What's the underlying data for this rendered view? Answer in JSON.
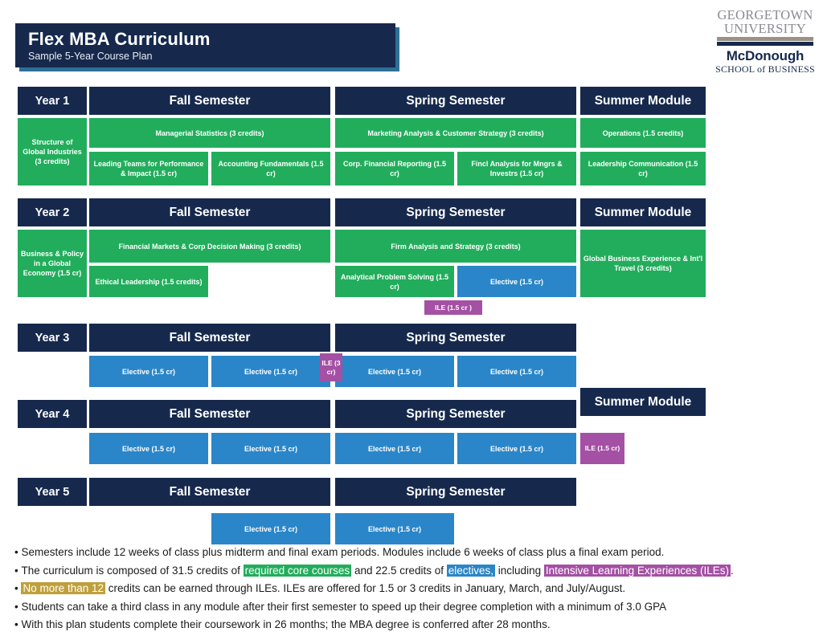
{
  "title": {
    "heading": "Flex MBA Curriculum",
    "subheading": "Sample 5-Year Course Plan"
  },
  "logo": {
    "line1": "GEORGETOWN",
    "line2": "UNIVERSITY",
    "line3": "McDonough",
    "line4": "SCHOOL of BUSINESS"
  },
  "colors": {
    "navy": "#16294d",
    "core_green": "#22ad5c",
    "elective_blue": "#2a86c8",
    "ile_purple": "#a450a4",
    "gold": "#bfa03a",
    "banner_shadow": "#2f6f96"
  },
  "headers": {
    "fall": "Fall Semester",
    "spring": "Spring Semester",
    "summer": "Summer  Module"
  },
  "years": {
    "y1": "Year 1",
    "y2": "Year 2",
    "y3": "Year 3",
    "y4": "Year 4",
    "y5": "Year 5"
  },
  "year1": {
    "left_block": "Structure of Global Industries (3 credits)",
    "fall_top": "Managerial Statistics (3 credits)",
    "fall_b1": "Leading Teams for Performance & Impact (1.5 cr)",
    "fall_b2": "Accounting Fundamentals (1.5 cr)",
    "spring_top": "Marketing Analysis & Customer Strategy (3 credits)",
    "spring_b1": "Corp. Financial Reporting (1.5 cr)",
    "spring_b2": "Fincl Analysis for Mngrs & Investrs (1.5 cr)",
    "summer_top": "Operations (1.5 credits)",
    "summer_bottom": "Leadership Communication (1.5 cr)"
  },
  "year2": {
    "left_block": "Business & Policy in a Global Economy (1.5 cr)",
    "fall_top": "Financial Markets & Corp Decision Making (3 credits)",
    "fall_b1": "Ethical Leadership (1.5 credits)",
    "spring_top": "Firm Analysis and Strategy (3 credits)",
    "spring_b1": "Analytical Problem Solving (1.5 cr)",
    "spring_b2": "Elective (1.5 cr)",
    "summer": "Global Business Experience & Int'l Travel (3 credits)",
    "ile_badge": "ILE (1.5 cr )"
  },
  "year3": {
    "fall_e1": "Elective (1.5 cr)",
    "fall_e2": "Elective (1.5 cr)",
    "spring_e1": "Elective (1.5 cr)",
    "spring_e2": "Elective (1.5 cr)",
    "ile_badge": "ILE (3 cr)"
  },
  "year4": {
    "fall_e1": "Elective (1.5 cr)",
    "fall_e2": "Elective (1.5 cr)",
    "spring_e1": "Elective (1.5 cr)",
    "spring_e2": "Elective (1.5 cr)",
    "ile_badge": "ILE (1.5 cr)"
  },
  "year5": {
    "fall_e2": "Elective (1.5 cr)",
    "spring_e1": "Elective (1.5 cr)"
  },
  "notes": {
    "n1": "Semesters include 12 weeks of class plus midterm and final exam periods.   Modules include 6 weeks of class plus a final exam period.",
    "n2_a": "The curriculum is composed of 31.5 credits of ",
    "n2_hl1": "required core courses",
    "n2_b": " and 22.5 credits of ",
    "n2_hl2": "electives,",
    "n2_c": " including ",
    "n2_hl3": "Intensive Learning Experiences (ILEs)",
    "n2_d": ".",
    "n3_hl": "No more than 12",
    "n3_b": " credits can be earned through ILEs. ILEs are offered for 1.5 or 3 credits in January, March, and July/August.",
    "n4": "Students can take a third class in any module after their first semester to speed up their degree completion with a minimum of 3.0 GPA",
    "n5": "With this plan students complete their coursework in 26 months; the MBA degree is conferred after 28 months."
  }
}
